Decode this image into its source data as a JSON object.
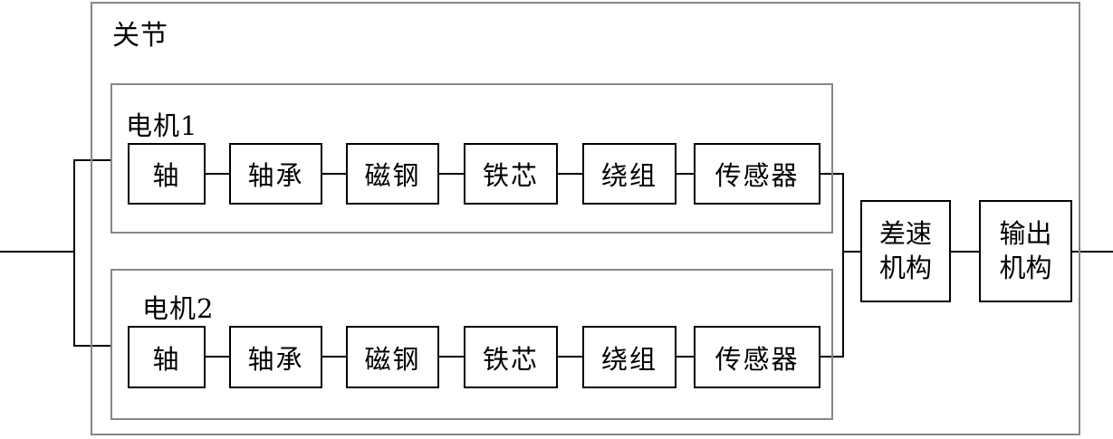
{
  "diagram": {
    "joint_label": "关节",
    "motors": [
      {
        "label": "电机1",
        "blocks": [
          "轴",
          "轴承",
          "磁钢",
          "铁芯",
          "绕组",
          "传感器"
        ]
      },
      {
        "label": "电机2",
        "blocks": [
          "轴",
          "轴承",
          "磁钢",
          "铁芯",
          "绕组",
          "传感器"
        ]
      }
    ],
    "differential_label": "差速\n机构",
    "output_label": "输出\n机构",
    "colors": {
      "background": "#ffffff",
      "container_border": "#878787",
      "block_border": "#000000",
      "connector": "#000000",
      "text": "#000000"
    }
  }
}
